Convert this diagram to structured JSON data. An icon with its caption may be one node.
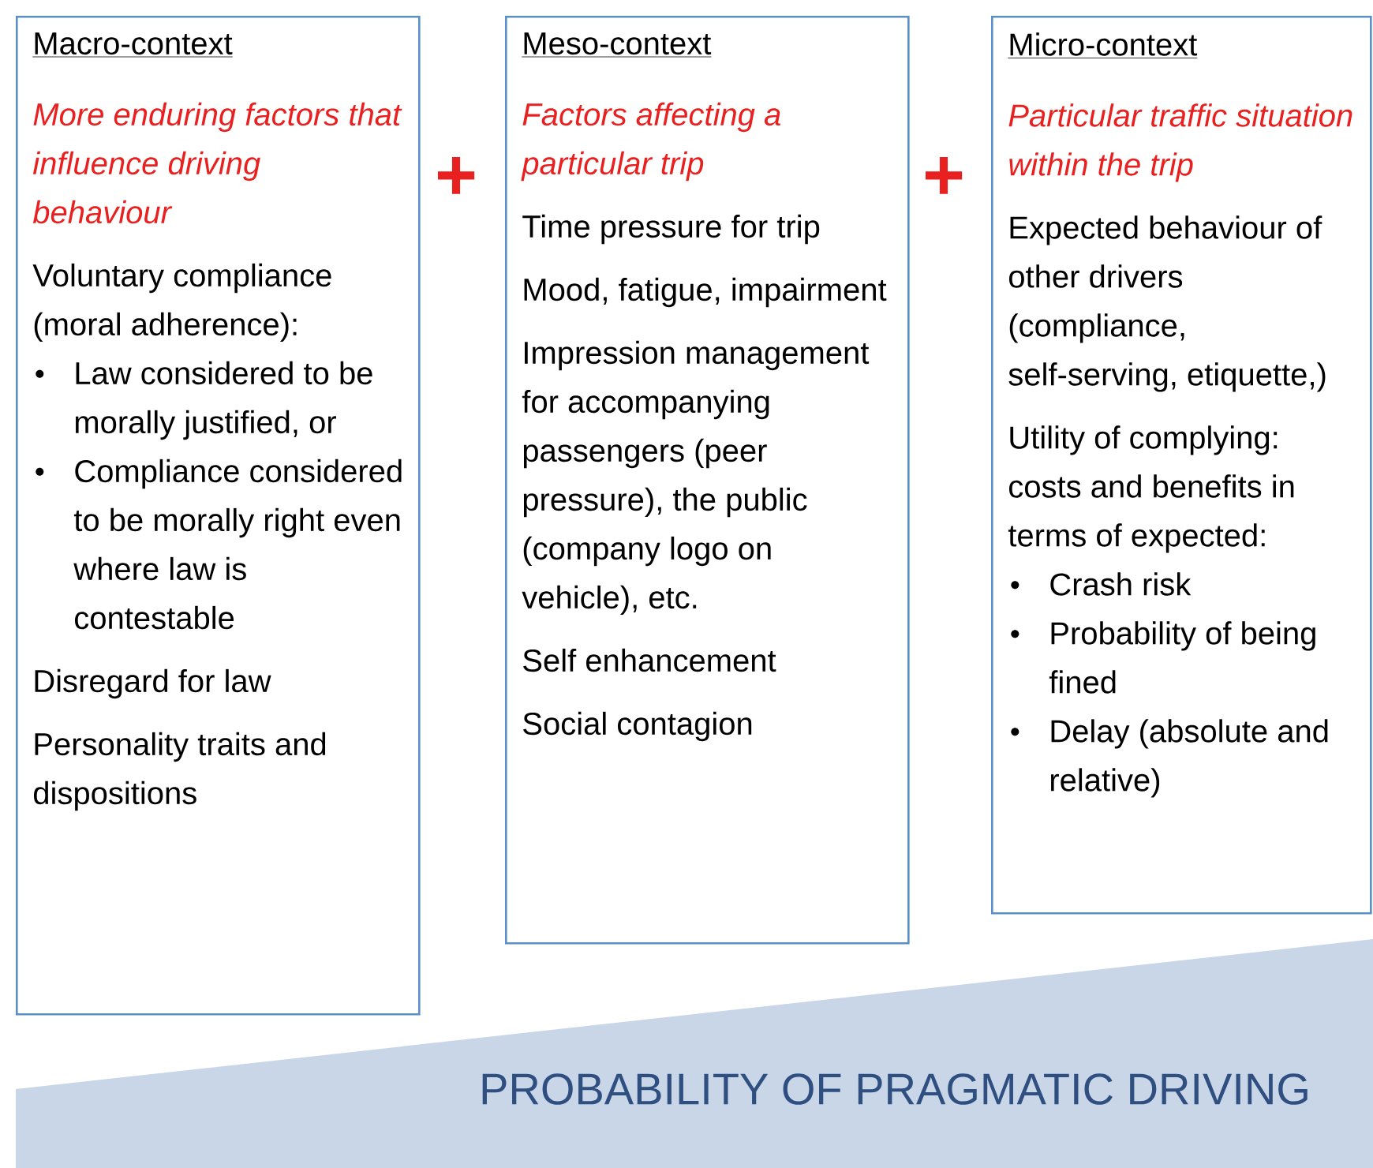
{
  "diagram": {
    "nodes": [
      {
        "text": [
          "Macro-context",
          "More enduring factors that influence driving behaviour",
          "Voluntary compliance (moral adherence):",
          "Law considered to be morally justified, or",
          "Compliance considered to be morally right even where law is contestable",
          "Disregard for law",
          "Personality traits and dispositions"
        ]
      },
      {
        "text": [
          "Meso-context",
          "Factors affecting a particular trip",
          "Time pressure for trip",
          "Mood, fatigue, impairment",
          "Impression management for accompanying passengers (peer pressure), the public (company logo on vehicle), etc.",
          "Self enhancement",
          "Social contagion"
        ]
      },
      {
        "text": [
          "Micro-context",
          "Particular traffic situation within the trip",
          "Expected behaviour of other drivers (compliance, self-serving, etiquette,)",
          "Utility of complying: costs and benefits in terms of expected:",
          "Crash risk",
          "Probability of being fined",
          "Delay (absolute and relative)"
        ]
      },
      {
        "text": [
          "PROBABILITY OF PRAGMATIC DRIVING"
        ]
      }
    ],
    "labels": [
      "+",
      "+"
    ]
  }
}
